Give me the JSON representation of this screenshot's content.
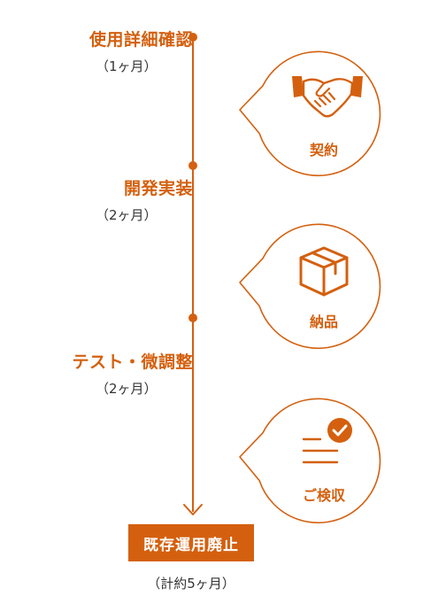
{
  "phases": [
    {
      "title": "使用詳細確認",
      "duration": "（1ヶ月）"
    },
    {
      "title": "開発実装",
      "duration": "（2ヶ月）"
    },
    {
      "title": "テスト・微調整",
      "duration": "（2ヶ月）"
    }
  ],
  "milestones": [
    {
      "label": "契約",
      "icon": "handshake-icon"
    },
    {
      "label": "納品",
      "icon": "box-icon"
    },
    {
      "label": "ご検収",
      "icon": "checklist-icon"
    }
  ],
  "final": {
    "label": "既存運用廃止",
    "note": "（計約5ヶ月）"
  },
  "colors": {
    "accent": "#d4600f",
    "text": "#333333",
    "background": "#ffffff"
  }
}
